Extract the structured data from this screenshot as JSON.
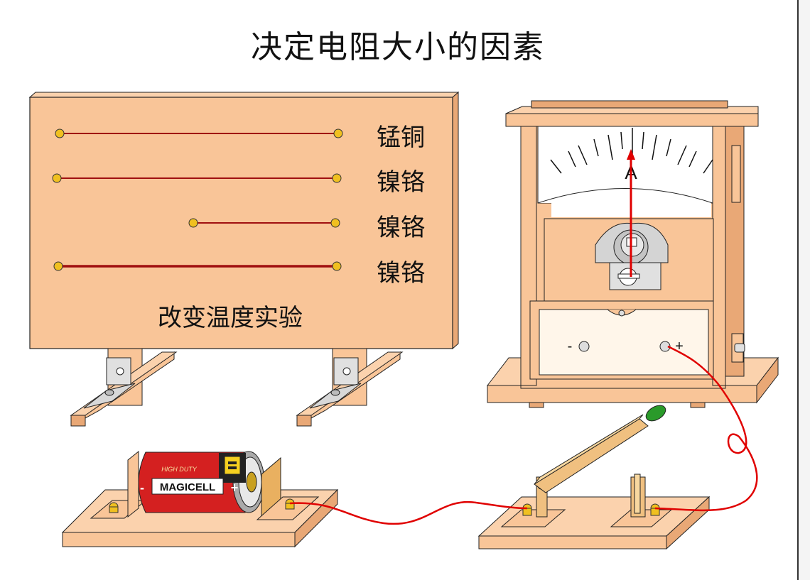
{
  "title": "决定电阻大小的因素",
  "wires": [
    {
      "label": "锰铜"
    },
    {
      "label": "镍铬"
    },
    {
      "label": "镍铬"
    },
    {
      "label": "镍铬"
    }
  ],
  "board_label": "改变温度实验",
  "ammeter": {
    "scale_letter": "A",
    "terminal_negative": "-",
    "terminal_positive": "+"
  },
  "battery": {
    "brand": "MAGICELL",
    "tagline": "HIGH DUTY",
    "negative": "-",
    "positive": "+"
  },
  "colors": {
    "wood": "#f9c598",
    "wood_dark": "#e9a876",
    "wire_red": "#e00000",
    "resistance_wire": "#a01010",
    "terminal_gold": "#f0c020"
  }
}
